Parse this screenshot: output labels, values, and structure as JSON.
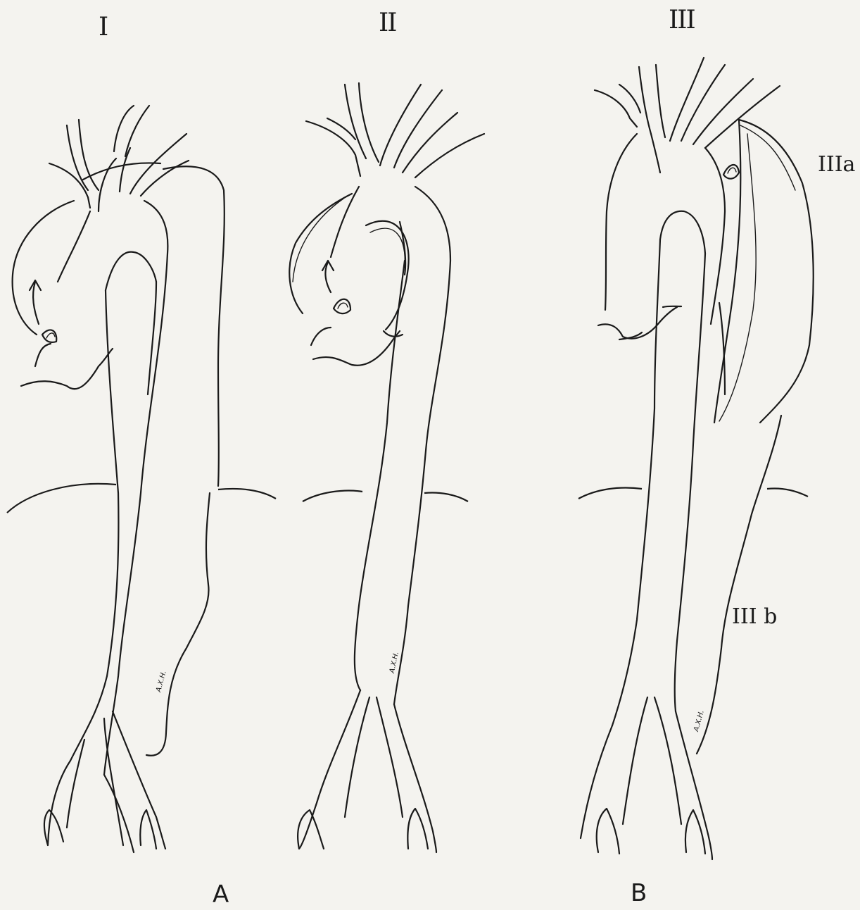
{
  "panels": [
    {
      "id": "I",
      "label": "I"
    },
    {
      "id": "II",
      "label": "II"
    },
    {
      "id": "III",
      "label": "III"
    }
  ],
  "groups": [
    {
      "id": "A",
      "label": "A"
    },
    {
      "id": "B",
      "label": "B"
    }
  ],
  "sublabels": {
    "IIIa": "IIIa",
    "IIIb": "III b"
  },
  "signatures": [
    "A.X.H.",
    "A.X.H.",
    "A.X.H."
  ],
  "colors": {
    "paper": "#f4f3ef",
    "ink": "#1a1a1a"
  }
}
